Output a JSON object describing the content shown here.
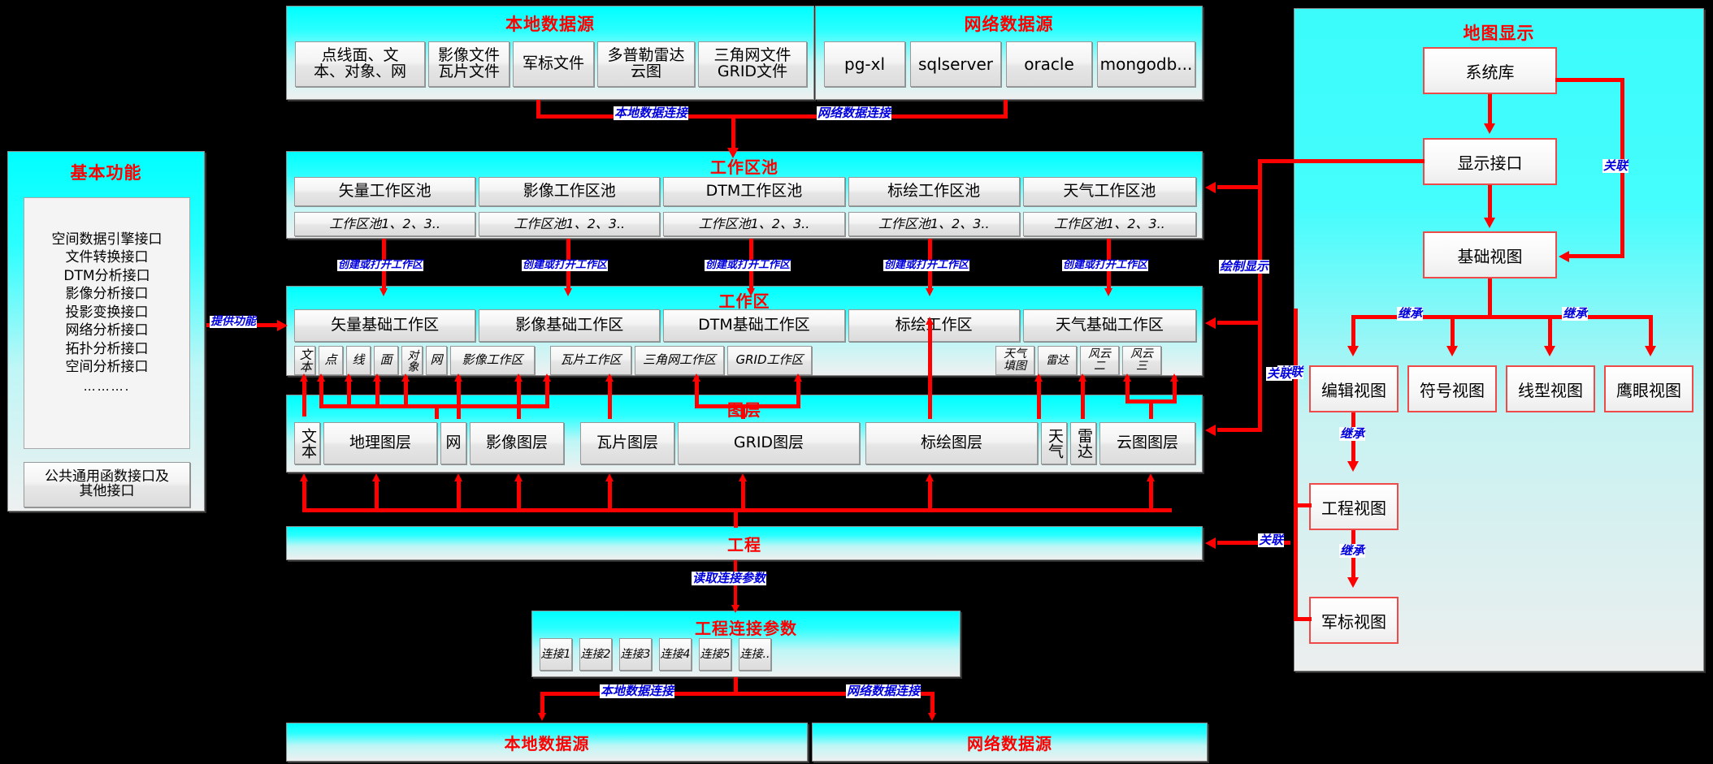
{
  "diagram": {
    "title_color": "#ff0000",
    "edge_label_color": "#0000dd"
  },
  "local_data_source_top": {
    "title": "本地数据源",
    "items": [
      "点线面、文\n本、对象、网",
      "影像文件\n瓦片文件",
      "军标文件",
      "多普勒雷达\n云图",
      "三角网文件\nGRID文件"
    ]
  },
  "network_data_source_top": {
    "title": "网络数据源",
    "items": [
      "pg-xl",
      "sqlserver",
      "oracle",
      "mongodb..."
    ]
  },
  "basic_functions": {
    "title": "基本功能",
    "interfaces": [
      "空间数据引擎接口",
      "文件转换接口",
      "DTM分析接口",
      "影像分析接口",
      "投影变换接口",
      "网络分析接口",
      "拓扑分析接口",
      "空间分析接口",
      "………."
    ],
    "footer": "公共通用函数接口及\n其他接口"
  },
  "workspace_pool": {
    "title": "工作区池",
    "columns": [
      {
        "name": "矢量工作区池",
        "sub": "工作区池1、2、3.."
      },
      {
        "name": "影像工作区池",
        "sub": "工作区池1、2、3.."
      },
      {
        "name": "DTM工作区池",
        "sub": "工作区池1、2、3.."
      },
      {
        "name": "标绘工作区池",
        "sub": "工作区池1、2、3.."
      },
      {
        "name": "天气工作区池",
        "sub": "工作区池1、2、3.."
      }
    ]
  },
  "workspace": {
    "title": "工作区",
    "groups": [
      "矢量基础工作区",
      "影像基础工作区",
      "DTM基础工作区",
      "标绘工作区",
      "天气基础工作区"
    ],
    "sub_items": [
      "文本",
      "点",
      "线",
      "面",
      "对象",
      "网",
      "影像工作区",
      "瓦片工作区",
      "三角网工作区",
      "GRID工作区",
      "天气\n填图",
      "雷达",
      "风云\n二",
      "风云\n三"
    ]
  },
  "layers": {
    "title": "图层",
    "items": [
      "文本",
      "地理图层",
      "网",
      "影像图层",
      "瓦片图层",
      "GRID图层",
      "标绘图层",
      "天气",
      "雷达",
      "云图图层"
    ]
  },
  "project": {
    "title": "工程"
  },
  "project_connection": {
    "title": "工程连接参数",
    "items": [
      "连接1",
      "连接2",
      "连接3",
      "连接4",
      "连接5",
      "连接.."
    ]
  },
  "local_data_source_bottom": {
    "title": "本地数据源"
  },
  "network_data_source_bottom": {
    "title": "网络数据源"
  },
  "map_display": {
    "title": "地图显示",
    "nodes": {
      "system_lib": "系统库",
      "display_interface": "显示接口",
      "base_view": "基础视图",
      "edit_view": "编辑视图",
      "symbol_view": "符号视图",
      "line_view": "线型视图",
      "eagle_view": "鹰眼视图",
      "project_view": "工程视图",
      "milmark_view": "军标视图"
    }
  },
  "edge_labels": {
    "local_data_connection": "本地数据连接",
    "network_data_connection": "网络数据连接",
    "create_or_open_workspace": "创建或打开工作区",
    "provide_function": "提供功能",
    "draw_display": "绘制显示",
    "association": "关联",
    "inherit": "继承",
    "read_connection_params": "读取连接参数"
  }
}
